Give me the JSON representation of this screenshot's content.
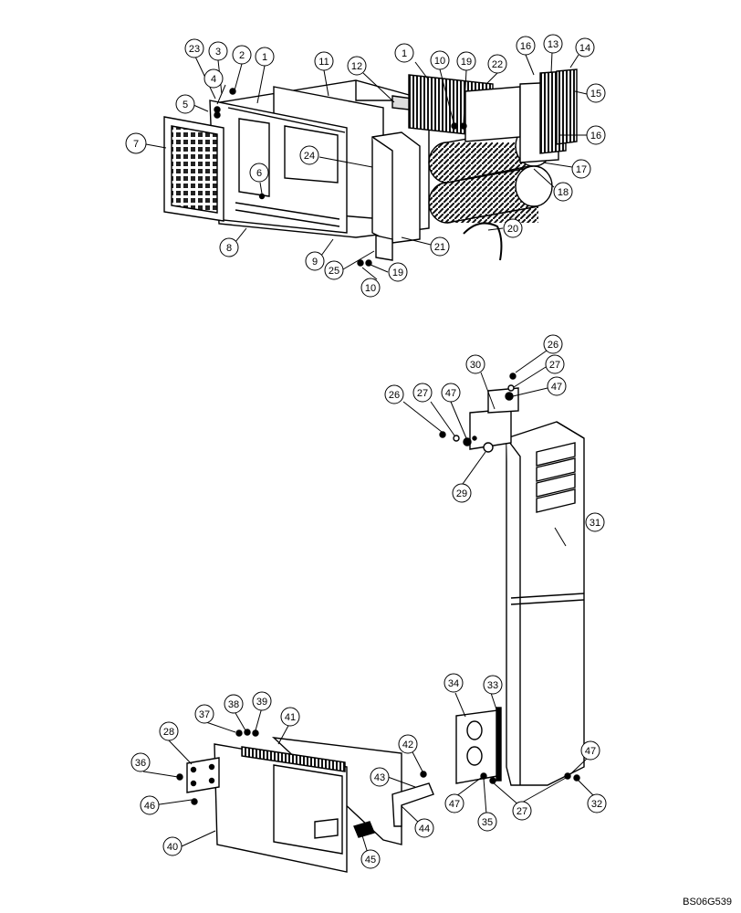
{
  "drawing_code": "BS06G539",
  "callouts": [
    "1",
    "1",
    "2",
    "3",
    "4",
    "5",
    "6",
    "7",
    "8",
    "9",
    "10",
    "10",
    "11",
    "12",
    "13",
    "14",
    "15",
    "16",
    "16",
    "17",
    "18",
    "19",
    "19",
    "20",
    "21",
    "22",
    "23",
    "24",
    "25",
    "26",
    "26",
    "27",
    "27",
    "27",
    "28",
    "29",
    "30",
    "31",
    "32",
    "33",
    "34",
    "35",
    "36",
    "37",
    "38",
    "39",
    "40",
    "41",
    "42",
    "43",
    "44",
    "45",
    "46",
    "47",
    "47",
    "47",
    "47"
  ]
}
